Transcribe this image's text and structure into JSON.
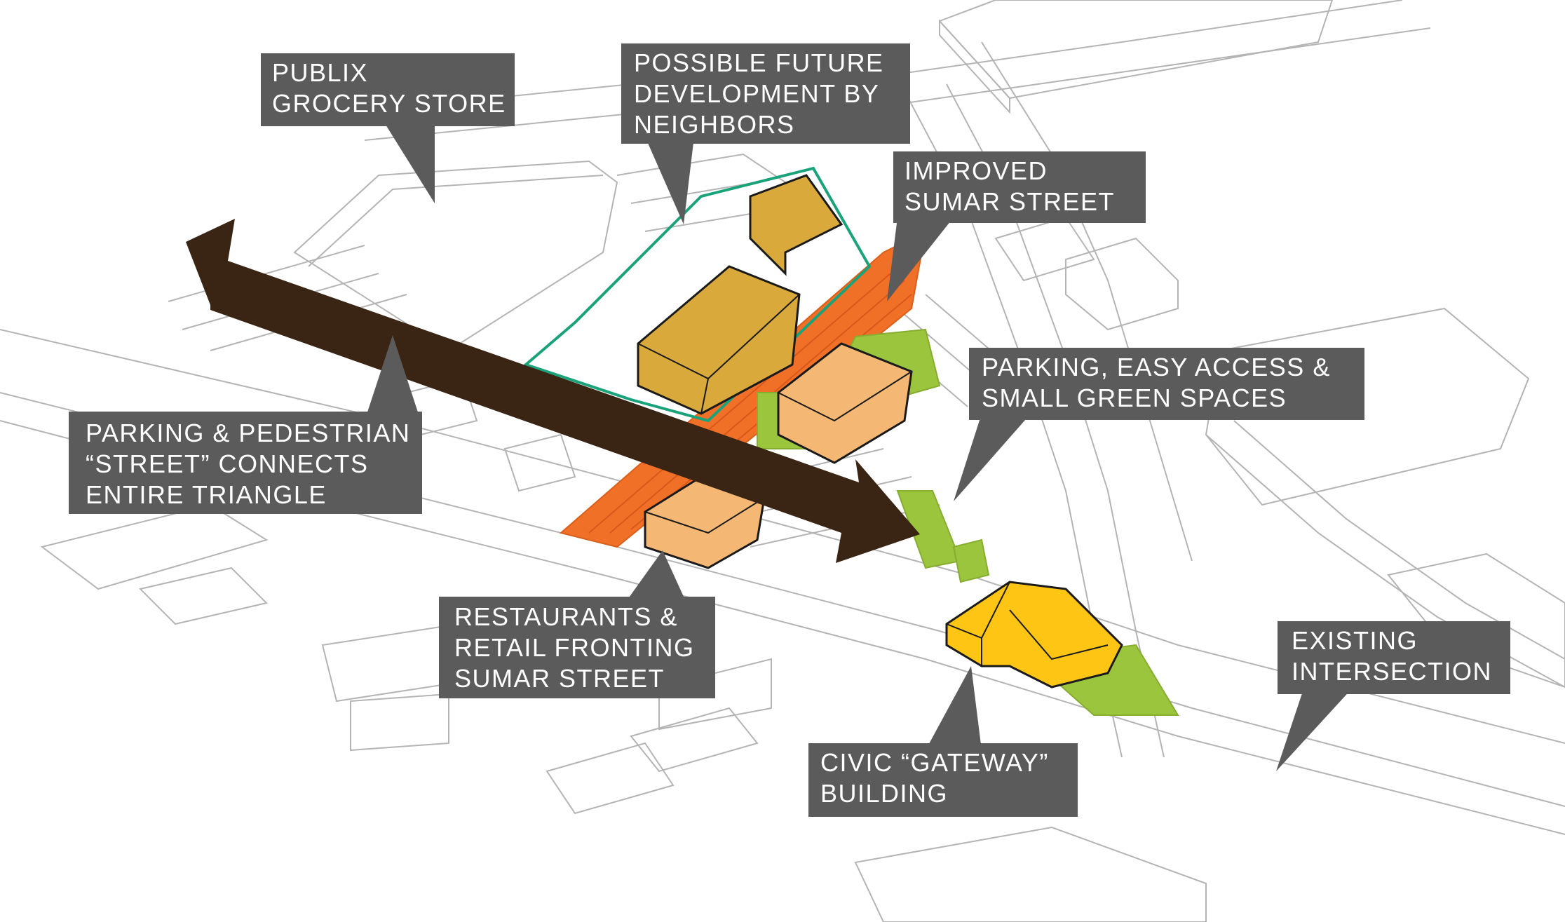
{
  "colors": {
    "callout_bg": "#5b5b5b",
    "callout_text": "#ffffff",
    "road_lines": "#b8b8b8",
    "arrow": "#3a2414",
    "street_orange": "#f07028",
    "green_space": "#9bc53d",
    "building_gold": "#d9a93c",
    "building_peach": "#f4b874",
    "civic_yellow": "#ffc514",
    "boundary_teal": "#1aa37a"
  },
  "callouts": [
    {
      "id": "publix",
      "lines": [
        "PUBLIX",
        "GROCERY STORE"
      ]
    },
    {
      "id": "future",
      "lines": [
        "POSSIBLE FUTURE",
        "DEVELOPMENT BY",
        "NEIGHBORS"
      ]
    },
    {
      "id": "sumar",
      "lines": [
        "IMPROVED",
        "SUMAR STREET"
      ]
    },
    {
      "id": "parking_green",
      "lines": [
        "PARKING, EASY ACCESS &",
        "SMALL GREEN SPACES"
      ]
    },
    {
      "id": "pedestrian",
      "lines": [
        "PARKING & PEDESTRIAN",
        "“STREET” CONNECTS",
        "ENTIRE TRIANGLE"
      ]
    },
    {
      "id": "restaurants",
      "lines": [
        "RESTAURANTS &",
        "RETAIL FRONTING",
        "SUMAR STREET"
      ]
    },
    {
      "id": "intersection",
      "lines": [
        "EXISTING",
        "INTERSECTION"
      ]
    },
    {
      "id": "civic",
      "lines": [
        "CIVIC “GATEWAY”",
        "BUILDING"
      ]
    }
  ]
}
